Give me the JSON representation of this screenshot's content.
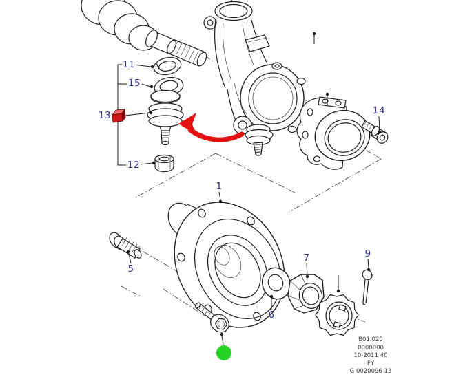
{
  "callouts": {
    "hub": "1",
    "stud": "5",
    "washer": "6",
    "hub_nut": "7",
    "cotter_pin": "9",
    "circlip_upper": "11",
    "ball_joint_nut": "12",
    "ball_joint": "13",
    "housing_bolt": "14",
    "circlip_lower": "15"
  },
  "title_block": {
    "section": "B01.020",
    "part_number": "0000000",
    "date_stamp": "10-2011 40",
    "code": "FY",
    "drawing_ref": "G 0020096 13"
  },
  "colors": {
    "callout_text": "#32329b",
    "arrow_red": "#e31212",
    "marker_red_front": "#cf1616",
    "marker_red_top": "#ef6a6a",
    "marker_red_side": "#8f0c0c",
    "highlight_green": "#24d324",
    "line_black": "#1c1c1c"
  },
  "icons": {
    "red_arrow": "install-direction-arrow",
    "red_cube": "selected-part-marker",
    "green_dot": "highlight-target-dot"
  }
}
